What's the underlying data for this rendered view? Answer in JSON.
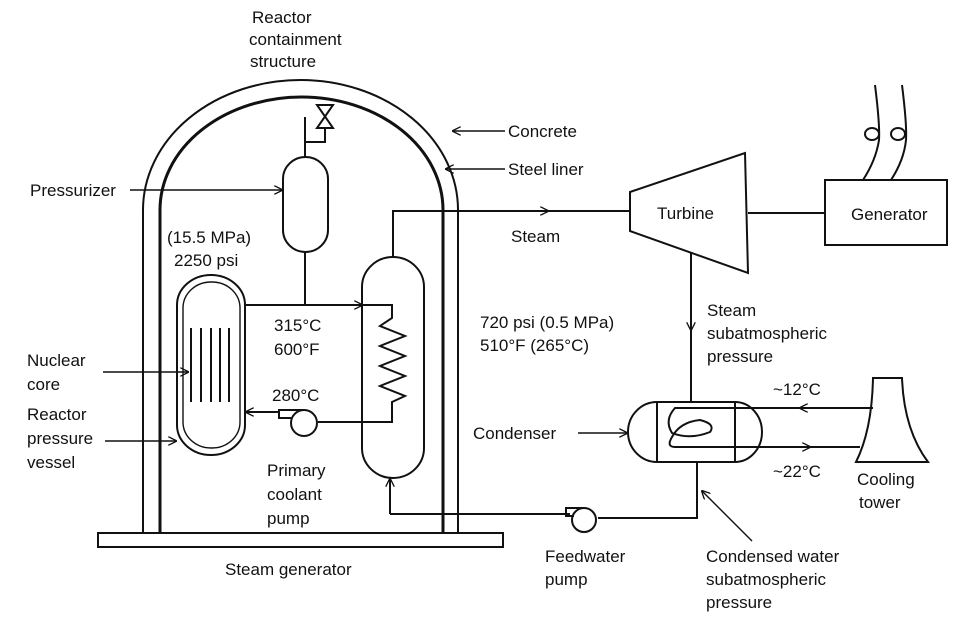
{
  "labels": {
    "containment": [
      "Reactor",
      "containment",
      "structure"
    ],
    "concrete": "Concrete",
    "steel_liner": "Steel liner",
    "pressurizer": "Pressurizer",
    "primary_pressure": [
      "(15.5 MPa)",
      "2250 psi"
    ],
    "hot_leg_temp": [
      "315°C",
      "600°F"
    ],
    "cold_leg_temp": "280°C",
    "nuclear_core": [
      "Nuclear",
      "core"
    ],
    "reactor_vessel": [
      "Reactor",
      "pressure",
      "vessel"
    ],
    "primary_pump": [
      "Primary",
      "coolant",
      "pump"
    ],
    "steam_generator": "Steam generator",
    "steam": "Steam",
    "secondary_conditions": [
      "720 psi (0.5 MPa)",
      "510°F (265°C)"
    ],
    "turbine": "Turbine",
    "generator": "Generator",
    "turbine_exhaust": [
      "Steam",
      "subatmospheric",
      "pressure"
    ],
    "cooling_in": "~12°C",
    "cooling_out": "~22°C",
    "cooling_tower": [
      "Cooling",
      "tower"
    ],
    "condenser": "Condenser",
    "feedwater_pump": [
      "Feedwater",
      "pump"
    ],
    "condensed_water": [
      "Condensed water",
      "subatmospheric",
      "pressure"
    ]
  }
}
